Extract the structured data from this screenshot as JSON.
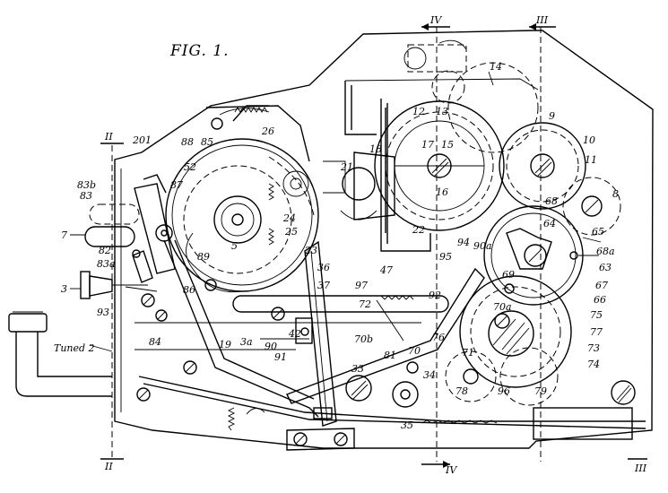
{
  "figure": {
    "title": "FIG. 1.",
    "labels": {
      "l1": "7",
      "l2": "3",
      "l3": "201",
      "l4": "83b",
      "l5": "83",
      "l6": "82",
      "l7": "83a",
      "l8": "93",
      "l9": "84",
      "l10": "19",
      "l11": "3a",
      "l12": "90",
      "l13": "91",
      "l14": "42",
      "l15": "36",
      "l16": "37",
      "l17": "47",
      "l18": "97",
      "l19": "72",
      "l20": "92",
      "l21": "23",
      "l22": "22",
      "l23": "12",
      "l24": "13",
      "l25": "14",
      "l26": "17",
      "l27": "15",
      "l28": "16",
      "l29": "9",
      "l30": "10",
      "l31": "11",
      "l32": "8",
      "l33": "68",
      "l34": "64",
      "l35": "65",
      "l36": "68a",
      "l37": "63",
      "l38": "67",
      "l39": "66",
      "l40": "69",
      "l41": "90a",
      "l42": "94",
      "l43": "95",
      "l44": "75",
      "l45": "70a",
      "l46": "77",
      "l47": "73",
      "l48": "74",
      "l49": "79",
      "l50": "78",
      "l51": "96",
      "l52": "71",
      "l53": "76",
      "l54": "70b",
      "l55": "70",
      "l56": "81",
      "l57": "33",
      "l58": "34",
      "l59": "35",
      "l60": "86",
      "l61": "89",
      "l62": "5",
      "l63": "25",
      "l64": "24",
      "l65": "87",
      "l66": "88",
      "l67": "85",
      "l68": "52",
      "l69": "26",
      "l70": "21",
      "l71": "18"
    },
    "section_marks": {
      "iv_top": "IV",
      "iii_top": "III",
      "ii_left": "II",
      "ii_bottom": "II",
      "iv_bottom": "IV",
      "iii_bottom": "III"
    },
    "callout": "Tuned 2"
  },
  "colors": {
    "ink": "#000000",
    "paper": "#ffffff"
  }
}
